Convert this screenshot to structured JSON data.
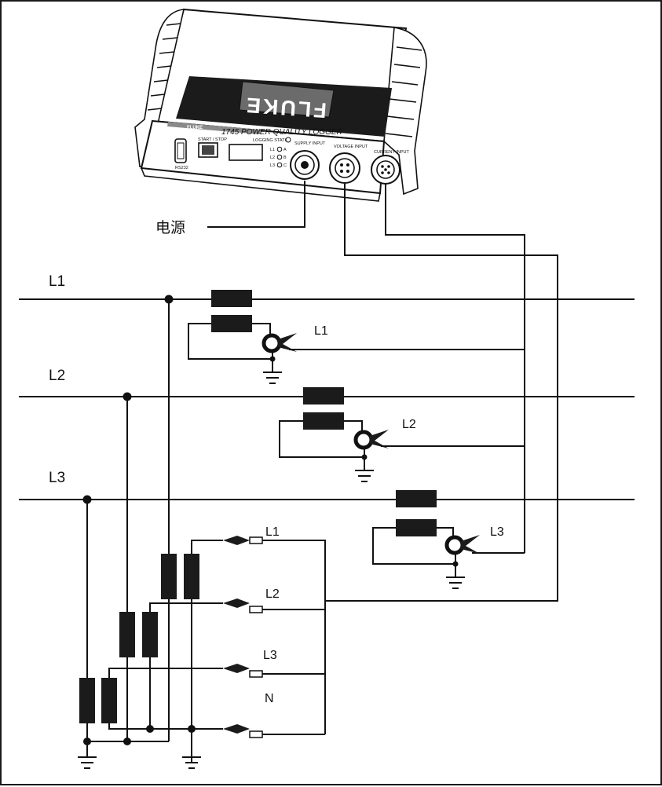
{
  "device": {
    "brand": "FLUKE",
    "model_label": "1745 POWER QUALITY LOGGER",
    "logging_status": "LOGGING STATUS",
    "start_stop": "START / STOP",
    "rs232": "RS232",
    "supply_input": "SUPPLY INPUT",
    "voltage_input": "VOLTAGE INPUT",
    "current_input": "CURRENT INPUT",
    "leds": [
      "L1",
      "L2",
      "L3"
    ],
    "led_letters": [
      "A",
      "B",
      "C"
    ]
  },
  "power_label": "电源",
  "lines": {
    "l1": "L1",
    "l2": "L2",
    "l3": "L3"
  },
  "clamps": {
    "c1": "L1",
    "c2": "L2",
    "c3": "L3"
  },
  "voltage_leads": {
    "v1": "L1",
    "v2": "L2",
    "v3": "L3",
    "vn": "N"
  }
}
